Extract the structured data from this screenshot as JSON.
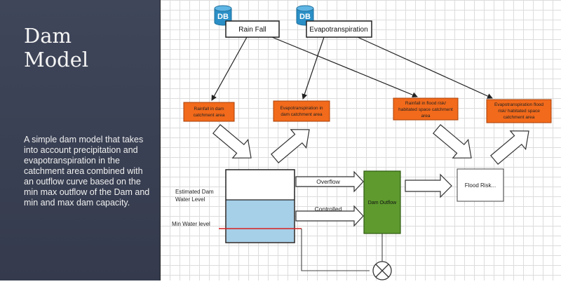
{
  "slide": {
    "title_line1": "Dam",
    "title_line2": "Model",
    "description": "A simple dam model that takes into account precipitation and evapotranspiration in the catchment area combined with an outflow curve based on the min max outflow of the Dam and min and max dam capacity."
  },
  "diagram": {
    "db_badge": "DB",
    "sources": {
      "rainfall": "Rain Fall",
      "evapotranspiration": "Evapotranspiration"
    },
    "orange_boxes": {
      "rain_dam_l1": "Rainfall in dam",
      "rain_dam_l2": "catchment area",
      "evap_dam_l1": "Evapotranspiration in",
      "evap_dam_l2": "dam catchment area",
      "rain_flood_l1": "Rainfall in flood risk/",
      "rain_flood_l2": "habitated space catchment",
      "rain_flood_l3": "area",
      "evap_flood_l1": "Evapotranspiration flood",
      "evap_flood_l2": "risk/ habitated space",
      "evap_flood_l3": "catchment area"
    },
    "labels": {
      "estimated_l1": "Estimated Dam",
      "estimated_l2": "Water Level",
      "min_water": "Min Water level",
      "overflow": "Overflow",
      "controlled": "Controlled",
      "dam_outflow": "Dam Outflow",
      "flood_risk": "Flood Risk..."
    },
    "colors": {
      "orange": "#f26a1b",
      "green": "#5e9a2e",
      "water": "#a6cfe8",
      "red_line": "#d92020"
    }
  }
}
